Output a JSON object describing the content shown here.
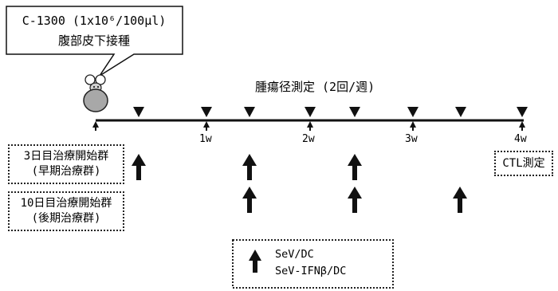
{
  "callout": {
    "line1": "C-1300 (1x10⁶/100μl)",
    "line2": "腹部皮下接種"
  },
  "header": {
    "text": "腫瘍径測定 (2回/週)"
  },
  "weeks": [
    "1w",
    "2w",
    "3w",
    "4w"
  ],
  "groups": {
    "early": {
      "line1": "3日目治療開始群",
      "line2": "(早期治療群)"
    },
    "late": {
      "line1": "10日目治療開始群",
      "line2": "(後期治療群)"
    }
  },
  "ctl": {
    "label": "CTL測定"
  },
  "legend": {
    "item1": "SeV/DC",
    "item2": "SeV-IFNβ/DC"
  },
  "colors": {
    "ink": "#111111",
    "mouse": "#a8a8a8"
  }
}
